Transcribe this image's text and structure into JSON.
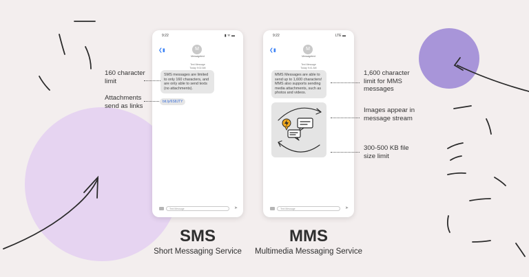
{
  "colors": {
    "background": "#f3eeee",
    "left_blob": "#e6d4f1",
    "right_blob": "#a895d9",
    "ink": "#2d2d2d"
  },
  "phones": [
    {
      "id": "sms",
      "time": "9:22",
      "status_icons": "▮ ᯤ ▬",
      "back_icon": "chevron-left-icon",
      "avatar_letter": "M",
      "contact_label": "Messagetext",
      "sender_lines": [
        "Text Message",
        "Today 9:02 AM"
      ],
      "bubble_text": "SMS messages are limited to only 160 characters, and are only able to send texts (no attachments).",
      "link_text": "bit.ly/6S8JTY",
      "composer_placeholder": "Text Message"
    },
    {
      "id": "mms",
      "time": "9:22",
      "status_icons": "LTE ▬",
      "back_icon": "chevron-left-icon",
      "avatar_letter": "M",
      "contact_label": "Messagetext",
      "sender_lines": [
        "Text Message",
        "Today 9:41 AM"
      ],
      "bubble_text": "MMS Messages are able to send up to 1,600 characters! MMS also supports sending media attachments, such as photos and videos.",
      "composer_placeholder": "Text Message"
    }
  ],
  "annotations": {
    "sms_limit": "160 character limit",
    "sms_attach": "Attachments send as links",
    "mms_limit": "1,600 character limit for MMS messages",
    "mms_images": "Images appear in message stream",
    "mms_size": "300-500 KB file size limit"
  },
  "labels": {
    "sms_title": "SMS",
    "sms_sub": "Short Messaging Service",
    "mms_title": "MMS",
    "mms_sub": "Multimedia Messaging Service"
  }
}
